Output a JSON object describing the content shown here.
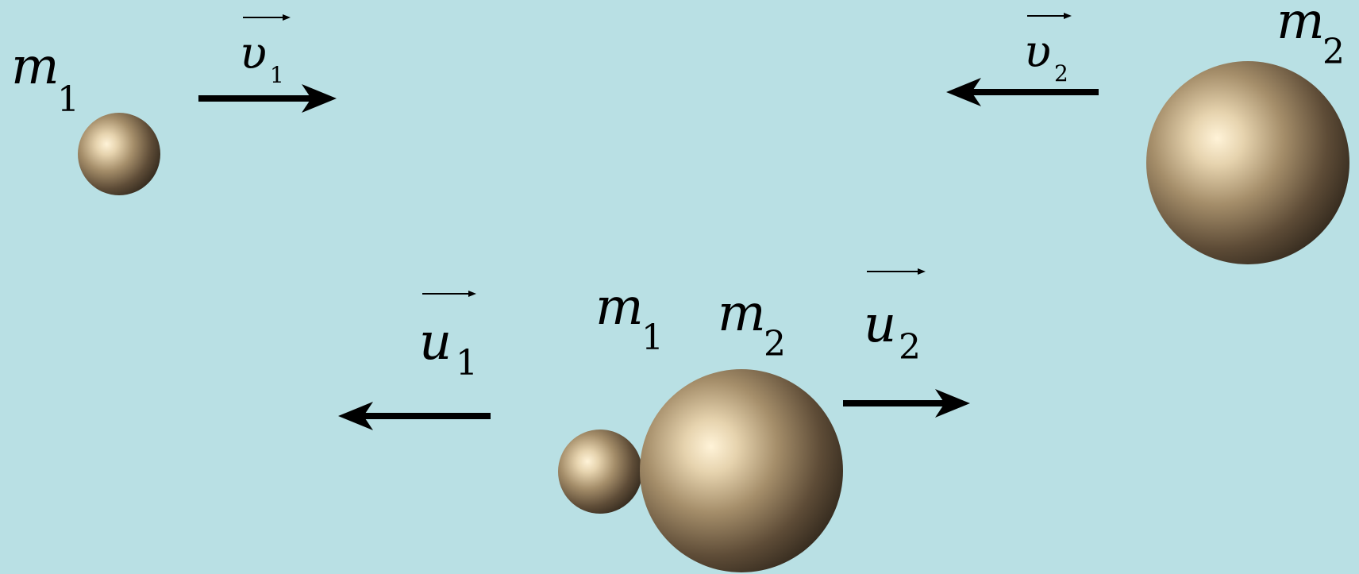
{
  "colors": {
    "background": "#b9e0e4",
    "arrow": "#000000",
    "ball_light": "#fff3d8",
    "ball_mid": "#c9b28c",
    "ball_dark": "#3a2f22"
  },
  "labels": {
    "mass1_main": "m",
    "mass1_sub": "1",
    "mass2_main": "m",
    "mass2_sub": "2",
    "v1_main": "υ",
    "v1_sub": "1",
    "v2_main": "υ",
    "v2_sub": "2",
    "u1_main": "u",
    "u1_sub": "1",
    "u2_main": "u",
    "u2_sub": "2"
  }
}
